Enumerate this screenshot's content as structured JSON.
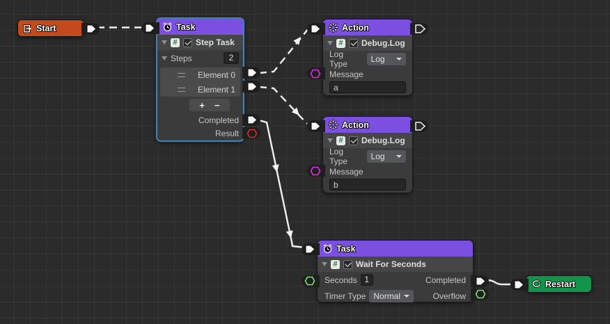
{
  "canvas": {
    "background": "#2b2b2b",
    "grid_color": "#3a3a3a"
  },
  "colors": {
    "header_purple": "#7b4fe0",
    "start_orange": "#c24a1c",
    "restart_green": "#12954a",
    "selected_border": "#3f83bb",
    "edge": "#f0f0f0",
    "port_red": "#d32f2f",
    "port_magenta": "#e52de5",
    "port_green": "#7de07d"
  },
  "icons": {
    "start": "box-arrow-right",
    "task": "alarm-clock",
    "action": "sparkle-burst",
    "restart": "circular-arrows",
    "script": "hash-script",
    "flow_port": "pentagon-arrow",
    "value_port": "hexagon"
  },
  "nodes": {
    "start": {
      "title": "Start"
    },
    "step_task": {
      "title": "Task",
      "task_name": "Step Task",
      "enabled": true,
      "steps_label": "Steps",
      "steps_value": "2",
      "elements": [
        "Element 0",
        "Element 1"
      ],
      "add_label": "+",
      "remove_label": "−",
      "completed_label": "Completed",
      "result_label": "Result"
    },
    "action_a": {
      "title": "Action",
      "task_name": "Debug.Log",
      "enabled": true,
      "log_type_label": "Log Type",
      "log_type_value": "Log",
      "message_label": "Message",
      "message_value": "a"
    },
    "action_b": {
      "title": "Action",
      "task_name": "Debug.Log",
      "enabled": true,
      "log_type_label": "Log Type",
      "log_type_value": "Log",
      "message_label": "Message",
      "message_value": "b"
    },
    "wait_task": {
      "title": "Task",
      "task_name": "Wait For Seconds",
      "enabled": true,
      "seconds_label": "Seconds",
      "seconds_value": "1",
      "timer_type_label": "Timer Type",
      "timer_type_value": "Normal",
      "completed_label": "Completed",
      "overflow_label": "Overflow"
    },
    "restart": {
      "title": "Restart"
    }
  },
  "connections": [
    {
      "from": "start.out",
      "to": "step-task.in",
      "style": "dashed"
    },
    {
      "from": "step-task.element-0",
      "to": "action-a.in",
      "style": "dashed-arrow"
    },
    {
      "from": "step-task.element-1",
      "to": "action-b.in",
      "style": "dashed-arrow"
    },
    {
      "from": "step-task.completed",
      "to": "wait-task.in",
      "style": "solid-arrow"
    },
    {
      "from": "wait-task.completed",
      "to": "restart.in",
      "style": "solid"
    }
  ]
}
